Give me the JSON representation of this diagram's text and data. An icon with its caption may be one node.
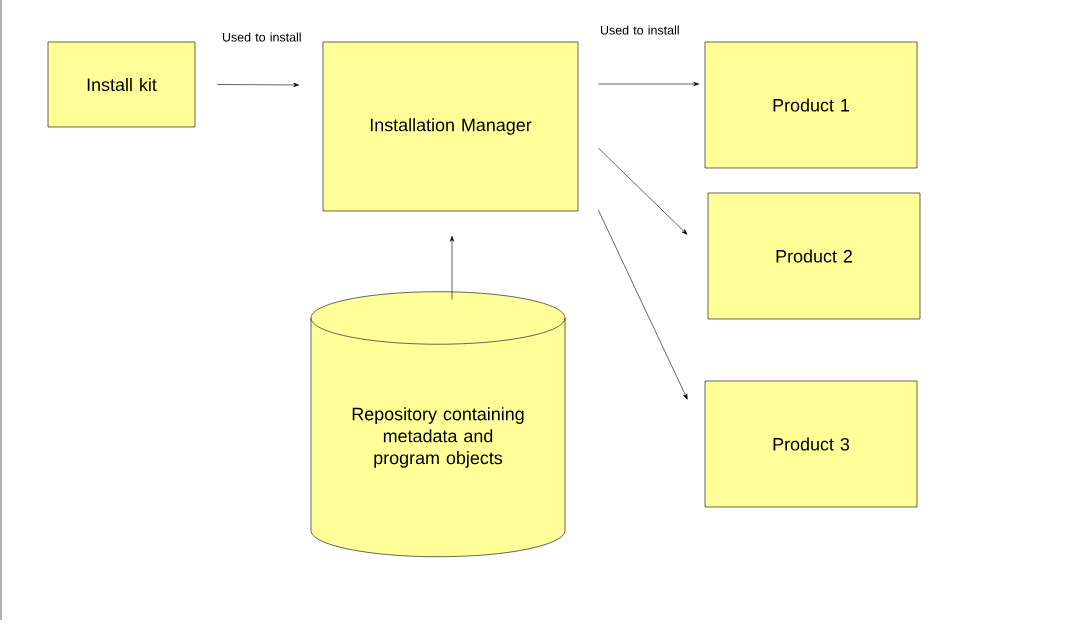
{
  "diagram": {
    "nodes": [
      {
        "text": [
          "Install kit"
        ]
      },
      {
        "text": [
          "Installation Manager"
        ]
      },
      {
        "text": [
          "Product 1"
        ]
      },
      {
        "text": [
          "Product 2"
        ]
      },
      {
        "text": [
          "Product 3"
        ]
      },
      {
        "text": [
          "Repository containing metadata and program objects"
        ]
      }
    ],
    "edges": [
      {
        "from": 0,
        "to": 1,
        "arrow": "to",
        "label": "Used to install"
      },
      {
        "from": 1,
        "to": 2,
        "arrow": "to",
        "label": "Used to install"
      },
      {
        "from": 1,
        "to": 3,
        "arrow": "to"
      },
      {
        "from": 1,
        "to": 4,
        "arrow": "to"
      },
      {
        "from": 5,
        "to": 1,
        "arrow": "to"
      }
    ]
  }
}
